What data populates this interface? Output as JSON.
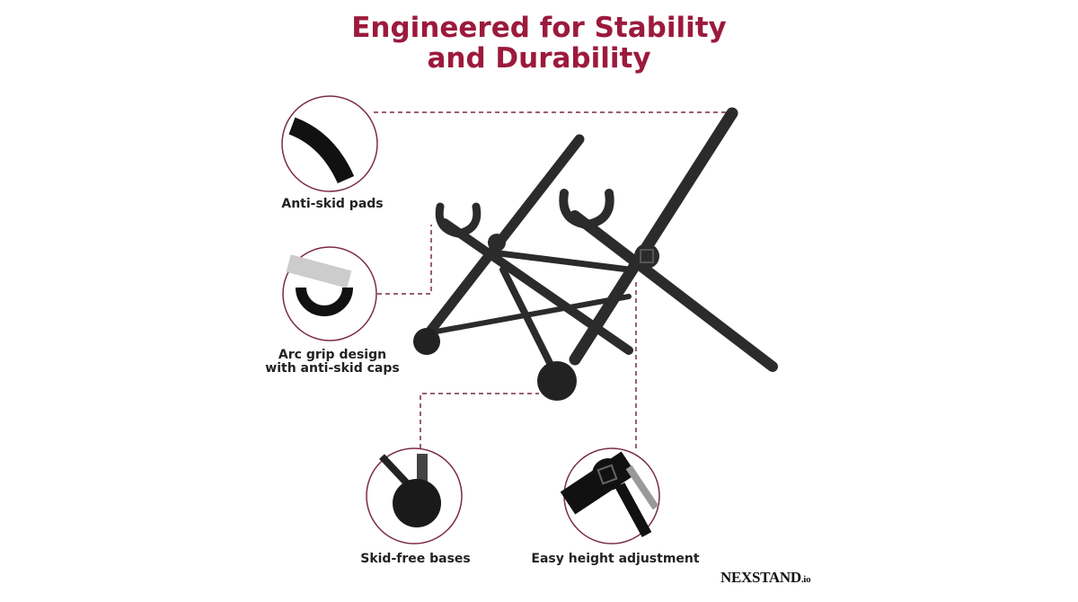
{
  "title": {
    "line1": "Engineered for Stability",
    "line2": "and Durability"
  },
  "features": [
    {
      "label": "Anti-skid pads"
    },
    {
      "label_line1": "Arc grip design",
      "label_line2": "with anti-skid caps"
    },
    {
      "label": "Skid-free bases"
    },
    {
      "label": "Easy height adjustment"
    }
  ],
  "logo": {
    "brand": "NEXSTAND",
    "suffix": ".io"
  },
  "colors": {
    "title": "#9c1a3c",
    "circle_border": "#7a2a44",
    "stand": "#2b2b2b"
  }
}
